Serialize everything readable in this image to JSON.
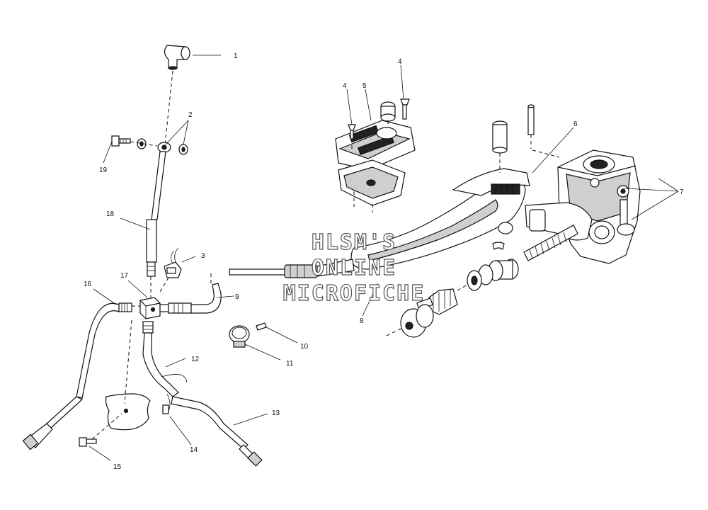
{
  "callouts": {
    "c1": "1",
    "c2": "2",
    "c3": "3",
    "c4a": "4",
    "c4b": "4",
    "c5": "5",
    "c6": "6",
    "c7": "7",
    "c8": "8",
    "c9": "9",
    "c10": "10",
    "c11": "11",
    "c12": "12",
    "c13": "13",
    "c14": "14",
    "c15": "15",
    "c16": "16",
    "c17": "17",
    "c18": "18",
    "c19": "19"
  },
  "watermark": {
    "line1": "HLSM'S",
    "line2": "ONLINE",
    "line3": "MICROFICHE"
  },
  "colors": {
    "ink": "#111111",
    "paper": "#ffffff"
  }
}
